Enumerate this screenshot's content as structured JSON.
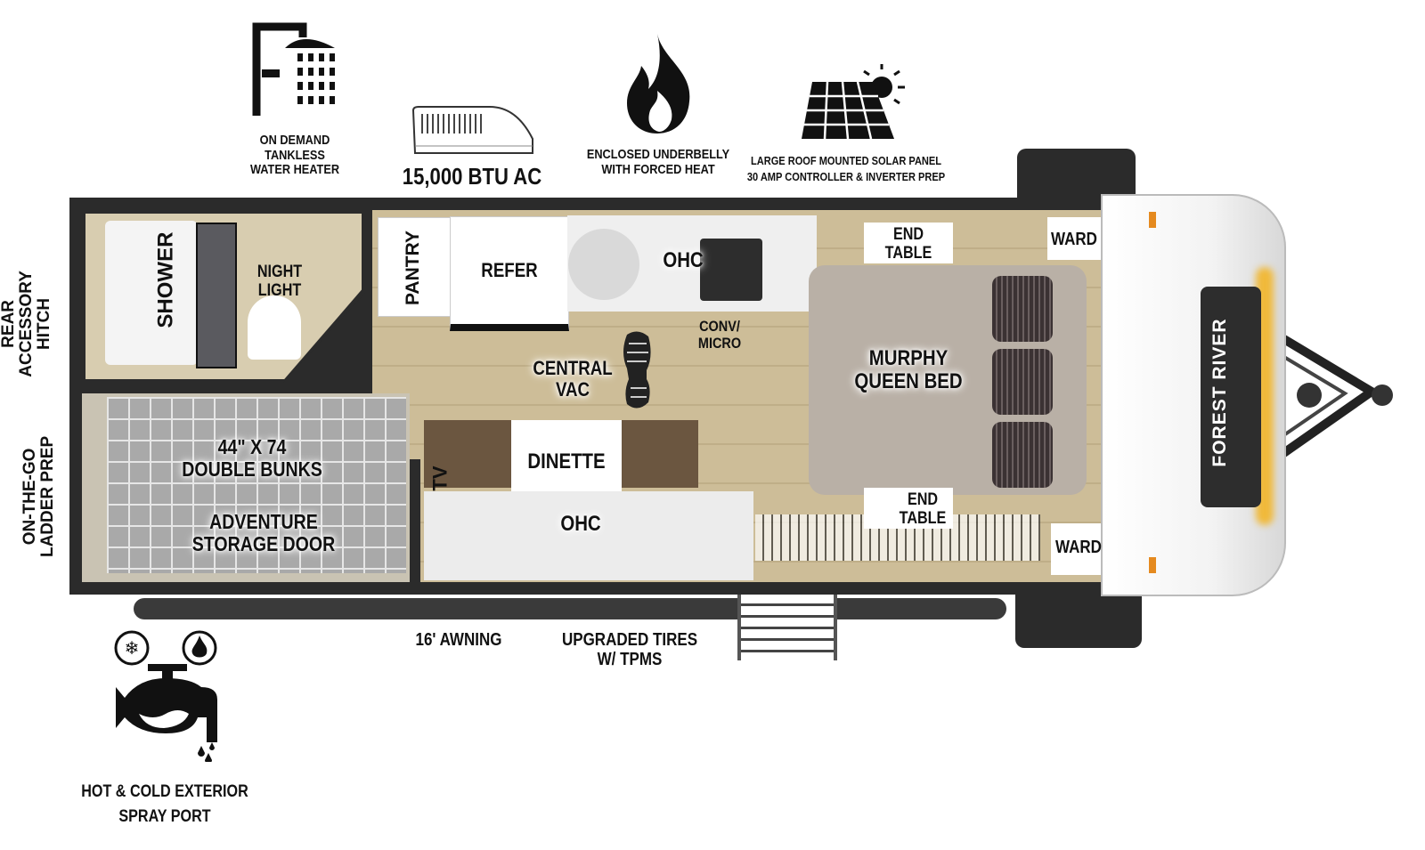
{
  "features": {
    "water_heater": "ON DEMAND\nTANKLESS\nWATER HEATER",
    "ac": "15,000 BTU AC",
    "underbelly": "ENCLOSED UNDERBELLY\nWITH FORCED HEAT",
    "solar": "LARGE ROOF MOUNTED SOLAR PANEL\n30 AMP CONTROLLER & INVERTER PREP",
    "spray_port": "HOT & COLD EXTERIOR\nSPRAY PORT",
    "awning": "16' AWNING",
    "tires": "UPGRADED TIRES\nW/ TPMS",
    "rear_hitch": "REAR\nACCESSORY\nHITCH",
    "ladder": "ON-THE-GO\nLADDER PREP"
  },
  "rooms": {
    "shower": "SHOWER",
    "night_light": "NIGHT\nLIGHT",
    "pantry": "PANTRY",
    "refer": "REFER",
    "ohc_top": "OHC",
    "conv_micro": "CONV/\nMICRO",
    "central_vac": "CENTRAL\nVAC",
    "bunks": "44\" X 74\nDOUBLE BUNKS",
    "storage_door": "ADVENTURE\nSTORAGE DOOR",
    "tv": "TV",
    "dinette": "DINETTE",
    "ohc_bottom": "OHC",
    "bed": "MURPHY\nQUEEN BED",
    "end_table_top": "END\nTABLE",
    "end_table_bottom": "END\nTABLE",
    "ward_top": "WARD",
    "ward_bottom": "WARD"
  },
  "brand": {
    "logo_text": "FOREST RIVER"
  },
  "colors": {
    "wall": "#2b2b2b",
    "floor": "#cdbd98",
    "tile": "#a9a9a9",
    "accent": "#f0b93a"
  }
}
